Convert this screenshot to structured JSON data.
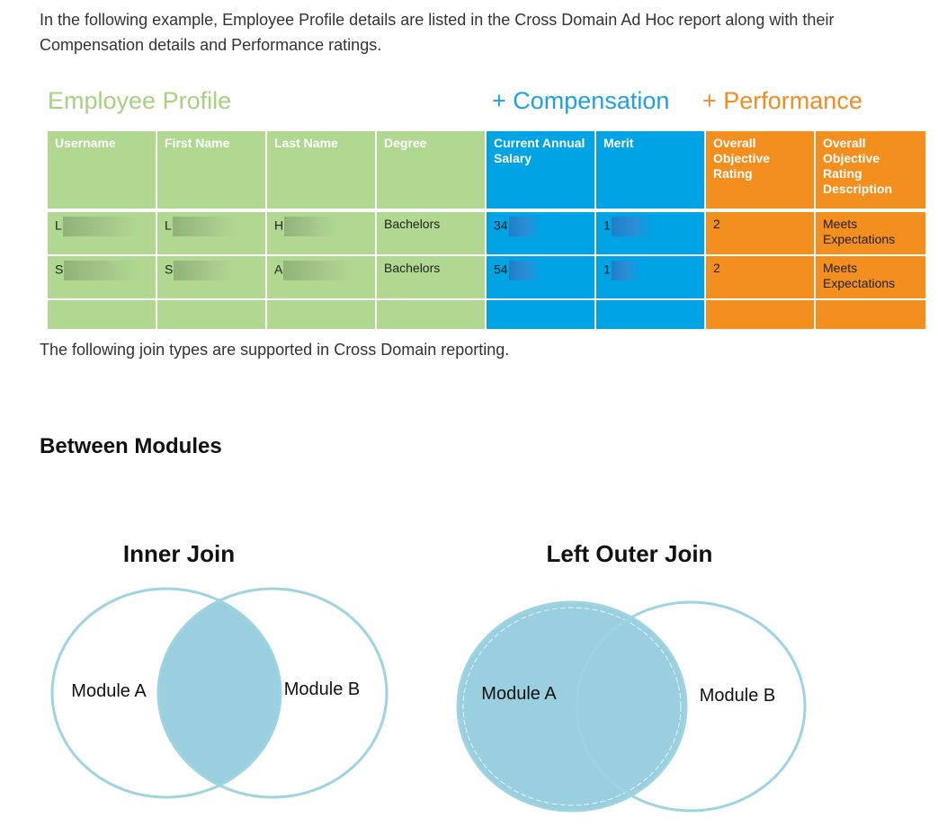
{
  "intro_text": "In the following example, Employee Profile details are listed in the Cross Domain Ad Hoc report along with their Compensation details and Performance ratings.",
  "groups": {
    "employee_profile": "Employee Profile",
    "compensation": "+ Compensation",
    "performance": "+ Performance"
  },
  "table": {
    "headers": [
      "Username",
      "First Name",
      "Last Name",
      "Degree",
      "Current Annual Salary",
      "Merit",
      "Overall Objective Rating",
      "Overall Objective Rating Description"
    ],
    "rows": [
      [
        "L",
        "L",
        "H",
        "Bachelors",
        "34",
        "1",
        "2",
        "Meets Expectations"
      ],
      [
        "S",
        "S",
        "A",
        "Bachelors",
        "54",
        "1",
        "2",
        "Meets Expectations"
      ]
    ]
  },
  "join_text": "The following join types are supported in Cross Domain reporting.",
  "section_title": "Between Modules",
  "diagrams": {
    "inner": {
      "title": "Inner Join",
      "left_label": "Module A",
      "right_label": "Module B"
    },
    "left_outer": {
      "title": "Left Outer Join",
      "left_label": "Module A",
      "right_label": "Module B"
    }
  },
  "colors": {
    "green": "#b0d890",
    "blue": "#00a3e3",
    "orange": "#f28f1e",
    "venn_fill": "#99cfdf",
    "venn_stroke": "#9ed3e2"
  }
}
